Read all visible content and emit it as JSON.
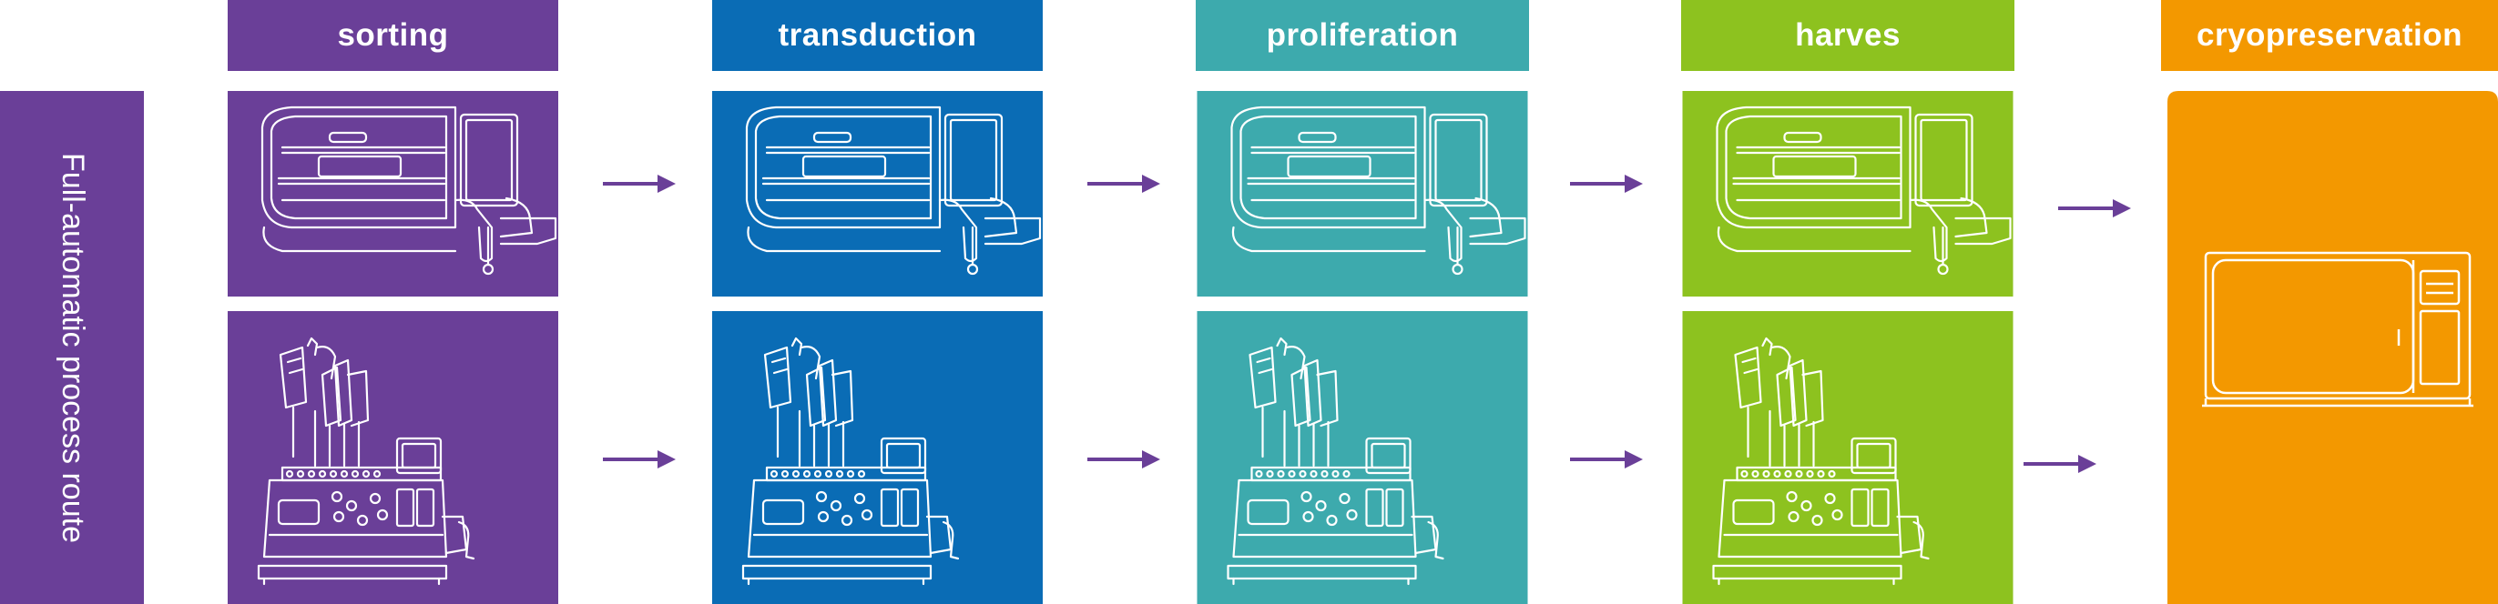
{
  "side_label": "Full-automatic process route",
  "stages": [
    {
      "label": "sorting",
      "color": "#6A3F98"
    },
    {
      "label": "transduction",
      "color": "#0A6CB5"
    },
    {
      "label": "proliferation",
      "color": "#3DAAAD"
    },
    {
      "label": "harves",
      "color": "#8DC21F"
    },
    {
      "label": "cryopreservation",
      "color": "#F39800"
    }
  ],
  "arrow_color": "#6A3F98",
  "equipment": {
    "top_row": "incubator-machine-icon",
    "bottom_row": "cell-processing-system-icon",
    "final": "cryo-freezer-icon"
  }
}
